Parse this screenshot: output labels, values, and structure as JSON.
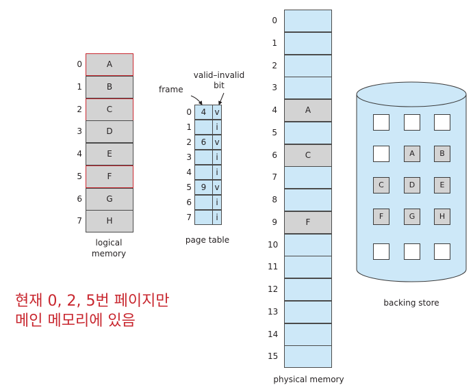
{
  "logical_memory": {
    "caption": "logical\nmemory",
    "pages": [
      {
        "index": "0",
        "label": "A",
        "in_memory": true
      },
      {
        "index": "1",
        "label": "B",
        "in_memory": false
      },
      {
        "index": "2",
        "label": "C",
        "in_memory": true
      },
      {
        "index": "3",
        "label": "D",
        "in_memory": false
      },
      {
        "index": "4",
        "label": "E",
        "in_memory": false
      },
      {
        "index": "5",
        "label": "F",
        "in_memory": true
      },
      {
        "index": "6",
        "label": "G",
        "in_memory": false
      },
      {
        "index": "7",
        "label": "H",
        "in_memory": false
      }
    ]
  },
  "page_table": {
    "caption": "page table",
    "frame_label": "frame",
    "valid_label": "valid–invalid\nbit",
    "rows": [
      {
        "index": "0",
        "frame": "4",
        "bit": "v"
      },
      {
        "index": "1",
        "frame": "",
        "bit": "i"
      },
      {
        "index": "2",
        "frame": "6",
        "bit": "v"
      },
      {
        "index": "3",
        "frame": "",
        "bit": "i"
      },
      {
        "index": "4",
        "frame": "",
        "bit": "i"
      },
      {
        "index": "5",
        "frame": "9",
        "bit": "v"
      },
      {
        "index": "6",
        "frame": "",
        "bit": "i"
      },
      {
        "index": "7",
        "frame": "",
        "bit": "i"
      }
    ]
  },
  "physical_memory": {
    "caption": "physical memory",
    "frames": [
      {
        "index": "0",
        "label": ""
      },
      {
        "index": "1",
        "label": ""
      },
      {
        "index": "2",
        "label": ""
      },
      {
        "index": "3",
        "label": ""
      },
      {
        "index": "4",
        "label": "A"
      },
      {
        "index": "5",
        "label": ""
      },
      {
        "index": "6",
        "label": "C"
      },
      {
        "index": "7",
        "label": ""
      },
      {
        "index": "8",
        "label": ""
      },
      {
        "index": "9",
        "label": "F"
      },
      {
        "index": "10",
        "label": ""
      },
      {
        "index": "11",
        "label": ""
      },
      {
        "index": "12",
        "label": ""
      },
      {
        "index": "13",
        "label": ""
      },
      {
        "index": "14",
        "label": ""
      },
      {
        "index": "15",
        "label": ""
      }
    ]
  },
  "backing_store": {
    "caption": "backing store",
    "grid": [
      [
        "",
        "",
        ""
      ],
      [
        "",
        "A",
        "B"
      ],
      [
        "C",
        "D",
        "E"
      ],
      [
        "F",
        "G",
        "H"
      ],
      [
        "",
        "",
        ""
      ]
    ]
  },
  "annotation": {
    "line1": "현재 0, 2, 5번 페이지만",
    "line2": "메인 메모리에 있음"
  },
  "colors": {
    "valid_border": "#c8262e",
    "annotation_text": "#c8262e",
    "frame_blue": "#cde8f8",
    "page_gray": "#d3d3d3"
  }
}
